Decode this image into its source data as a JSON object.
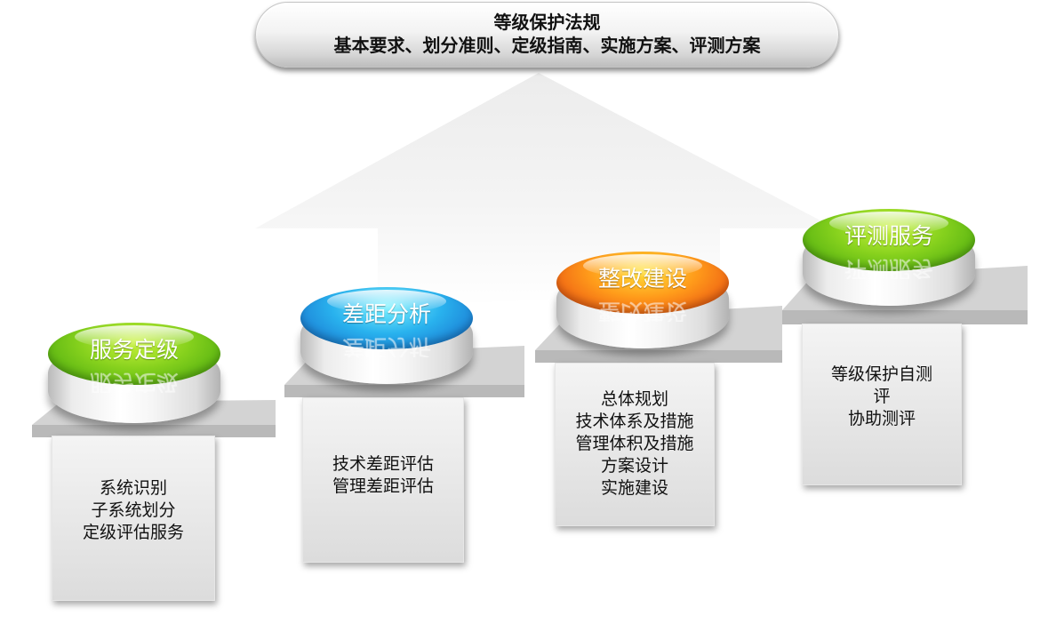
{
  "banner": {
    "title": "等级保护法规",
    "subtitle": "基本要求、划分准则、定级指南、实施方案、评测方案"
  },
  "steps": [
    {
      "label": "服务定级",
      "items": [
        "系统识别",
        "子系统划分",
        "定级评估服务"
      ]
    },
    {
      "label": "差距分析",
      "items": [
        "技术差距评估",
        "管理差距评估"
      ]
    },
    {
      "label": "整改建设",
      "items": [
        "总体规划",
        "技术体系及措施",
        "管理体积及措施",
        "方案设计",
        "实施建设"
      ]
    },
    {
      "label": "评测服务",
      "items": [
        "等级保护自测",
        "评",
        "协助测评"
      ]
    }
  ],
  "colors": {
    "step1": "#86d11d",
    "step2": "#29b2ee",
    "step3": "#ff9a1a",
    "step4": "#86d11d"
  }
}
